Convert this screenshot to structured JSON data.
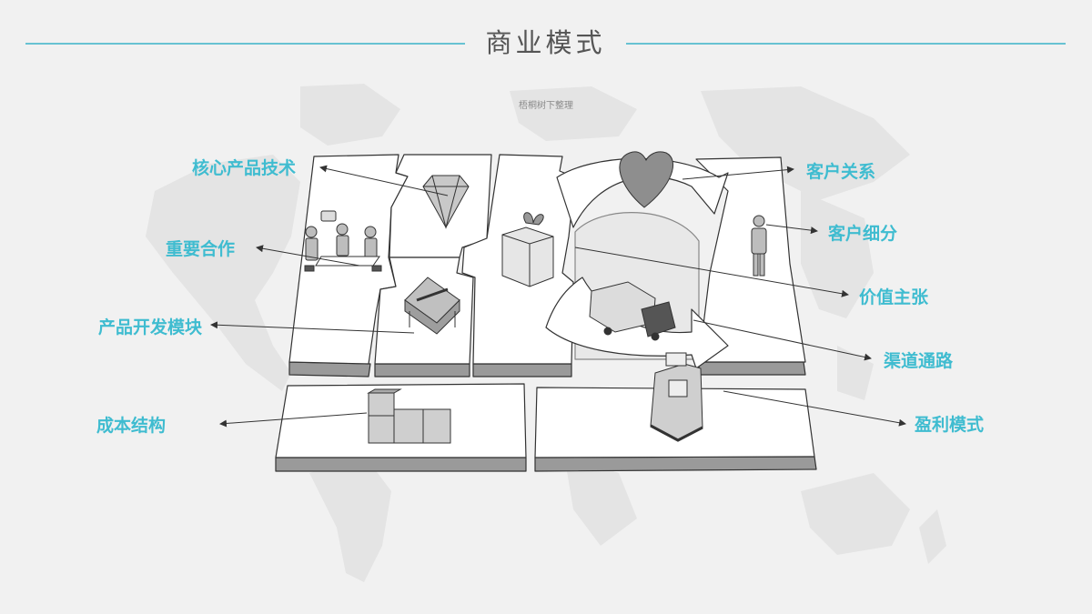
{
  "header": {
    "title": "商业模式",
    "subtitle": "梧桐树下整理",
    "accent_color": "#67c2d2"
  },
  "labels": {
    "key_resources": "核心产品技术",
    "key_partners": "重要合作",
    "key_activities": "产品开发模块",
    "cost_structure": "成本结构",
    "customer_relationships": "客户关系",
    "customer_segments": "客户细分",
    "value_propositions": "价值主张",
    "channels": "渠道通路",
    "revenue_streams": "盈利模式",
    "label_color": "#3fbcd0"
  },
  "illustrations": [
    {
      "block": "key_partners",
      "icon": "meeting-people-icon"
    },
    {
      "block": "key_resources",
      "icon": "diamond-icon"
    },
    {
      "block": "key_activities",
      "icon": "workbench-tools-icon"
    },
    {
      "block": "value_propositions",
      "icon": "gift-box-icon"
    },
    {
      "block": "customer_relationships",
      "icon": "heart-icon"
    },
    {
      "block": "channels",
      "icon": "delivery-truck-icon"
    },
    {
      "block": "customer_segments",
      "icon": "customer-person-icon"
    },
    {
      "block": "cost_structure",
      "icon": "stacked-blocks-icon"
    },
    {
      "block": "revenue_streams",
      "icon": "atm-machine-icon"
    }
  ]
}
